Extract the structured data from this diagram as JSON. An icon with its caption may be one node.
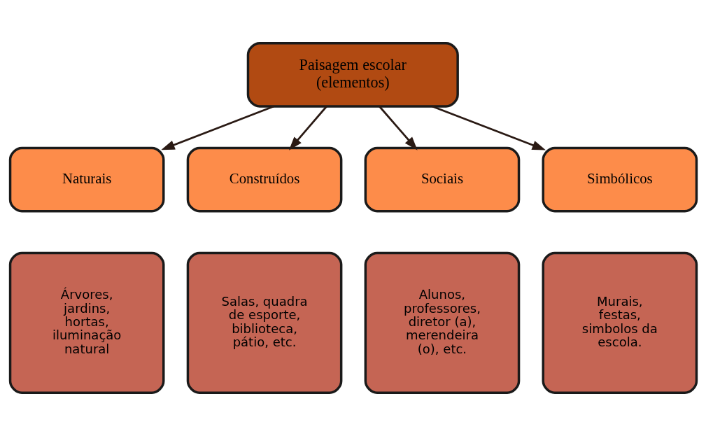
{
  "diagram": {
    "nodes": [
      {
        "text": [
          "Paisagem escolar (elementos)"
        ]
      },
      {
        "text": [
          "Naturais"
        ]
      },
      {
        "text": [
          "Construídos"
        ]
      },
      {
        "text": [
          "Sociais"
        ]
      },
      {
        "text": [
          "Simbólicos"
        ]
      },
      {
        "text": [
          "Árvores, jardins, hortas, iluminação natural"
        ]
      },
      {
        "text": [
          "Salas, quadra de esporte, biblioteca, pátio, etc."
        ]
      },
      {
        "text": [
          "Alunos, professores, diretor (a), merendeira (o), etc."
        ]
      },
      {
        "text": [
          "Murais, festas, simbolos da escola."
        ]
      }
    ],
    "edges": [
      {
        "from": 0,
        "to": 1,
        "arrow": "to"
      },
      {
        "from": 0,
        "to": 2,
        "arrow": "to"
      },
      {
        "from": 0,
        "to": 3,
        "arrow": "to"
      },
      {
        "from": 0,
        "to": 4,
        "arrow": "to"
      }
    ]
  }
}
